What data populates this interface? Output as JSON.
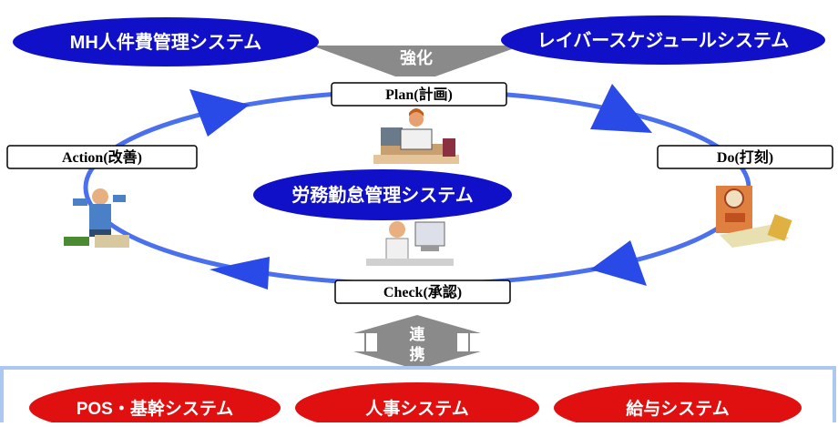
{
  "top_left_system": "MH人件費管理システム",
  "top_right_system": "レイバースケジュールシステム",
  "strengthen_label": "強化",
  "center_system": "労務勤怠管理システム",
  "link_label_1": "連",
  "link_label_2": "携",
  "cycle": {
    "plan": "Plan(計画)",
    "do": "Do(打刻)",
    "check": "Check(承認)",
    "action": "Action(改善)"
  },
  "bottom_systems": [
    "POS・基幹システム",
    "人事システム",
    "給与システム"
  ],
  "colors": {
    "blue_ellipse": "#1010c8",
    "red_ellipse": "#e01010",
    "cycle_line": "#4a70ee",
    "gray_arrow": "#8a8a8a",
    "bottom_border": "#aac8f0"
  }
}
